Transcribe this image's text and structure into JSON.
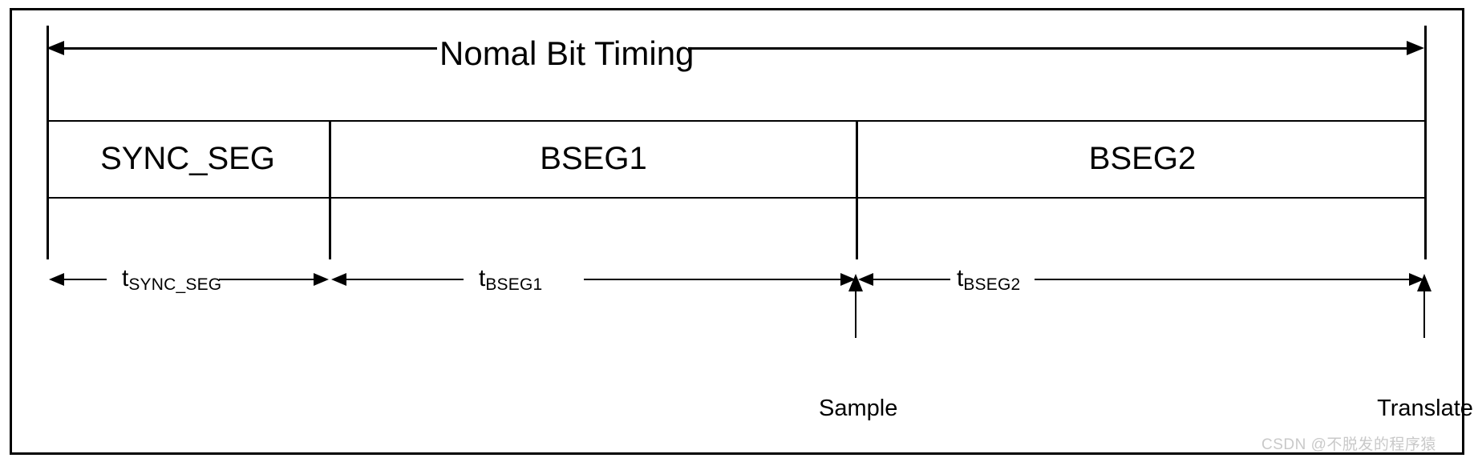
{
  "diagram": {
    "title": "Nomal Bit Timing",
    "segments": [
      {
        "name": "SYNC_SEG",
        "duration_label": "t",
        "duration_subscript": "SYNC_SEG"
      },
      {
        "name": "BSEG1",
        "duration_label": "t",
        "duration_subscript": "BSEG1"
      },
      {
        "name": "BSEG2",
        "duration_label": "t",
        "duration_subscript": "BSEG2"
      }
    ],
    "markers": [
      {
        "label": "Sample"
      },
      {
        "label": "Translate"
      }
    ],
    "colors": {
      "line": "#000000",
      "background": "#ffffff",
      "watermark": "#c9c9c9"
    }
  },
  "watermark": {
    "text": "CSDN @不脱发的程序猿"
  }
}
